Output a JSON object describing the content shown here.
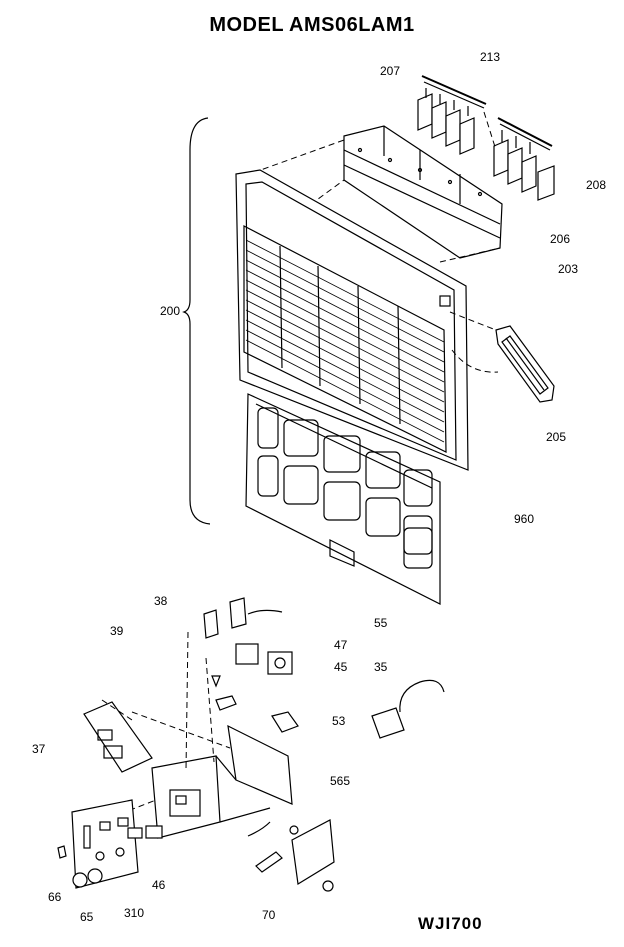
{
  "title": "MODEL AMS06LAM1",
  "diagram_code": "WJI700",
  "callouts": {
    "c207": "207",
    "c213": "213",
    "c208": "208",
    "c206": "206",
    "c203": "203",
    "c200": "200",
    "c205": "205",
    "c960": "960",
    "c38": "38",
    "c39": "39",
    "c55": "55",
    "c47": "47",
    "c45": "45",
    "c35": "35",
    "c53": "53",
    "c37": "37",
    "c565": "565",
    "c46": "46",
    "c66": "66",
    "c65": "65",
    "c310": "310",
    "c70": "70"
  }
}
